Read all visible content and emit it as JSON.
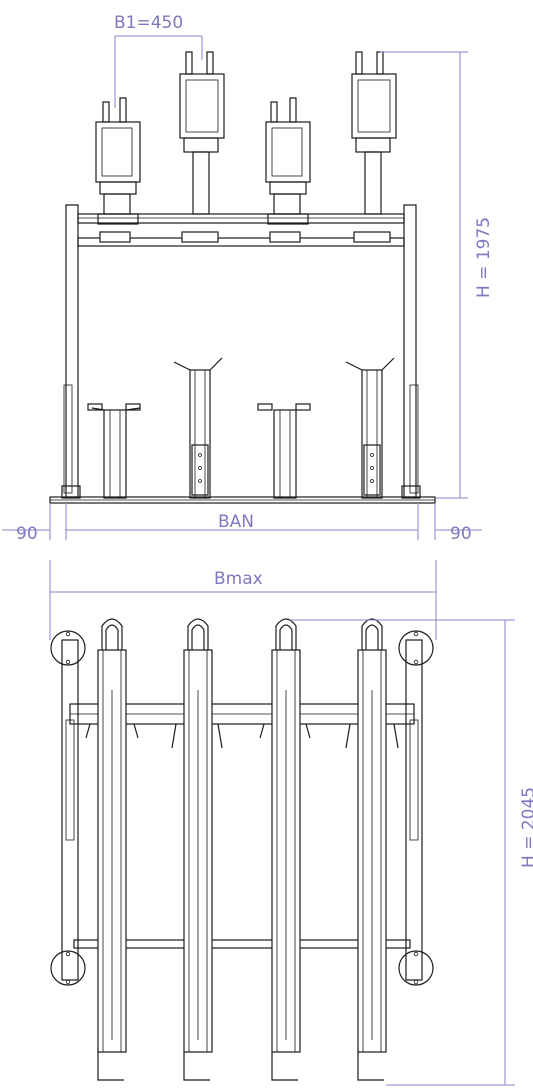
{
  "dimensions": {
    "module_width": "B1=450",
    "front_height": "H = 1975",
    "base_width": "BAN",
    "side_clearance_left": "90",
    "side_clearance_right": "90",
    "max_width": "Bmax",
    "top_height": "H = 2045"
  },
  "colors": {
    "dimension": "#7e79c0",
    "drawing": "#1a1a1a"
  }
}
